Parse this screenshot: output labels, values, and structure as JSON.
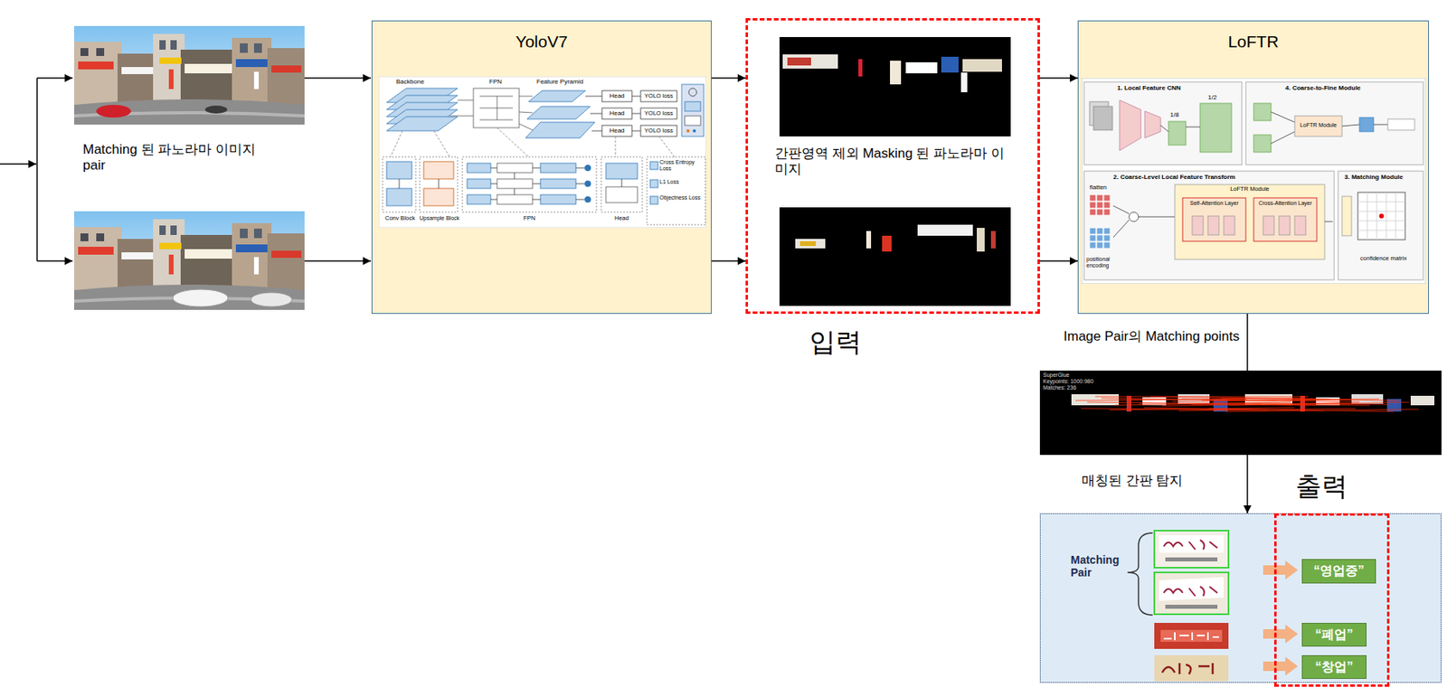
{
  "diagram": {
    "nodes": [
      {
        "text": [
          "YoloV7"
        ]
      },
      {
        "text": [
          "입력"
        ]
      },
      {
        "text": [
          "LoFTR"
        ]
      },
      {
        "text": [
          "Matching Pair"
        ]
      },
      {
        "text": [
          "출력"
        ],
        "in": 3
      },
      {
        "text": [
          "“영업중”"
        ],
        "in": 4
      },
      {
        "text": [
          "“폐업”"
        ],
        "in": 4
      },
      {
        "text": [
          "“창업”"
        ],
        "in": 4
      }
    ],
    "edges": [
      {
        "from": 0,
        "to": 1,
        "arrow": "to"
      },
      {
        "from": 0,
        "to": 1,
        "arrow": "to"
      },
      {
        "from": 1,
        "to": 2,
        "arrow": "to"
      },
      {
        "from": 1,
        "to": 2,
        "arrow": "to"
      },
      {
        "from": 2,
        "to": 3,
        "arrow": "to",
        "label": "Image Pair의 Matching points"
      }
    ],
    "labels": [
      "Matching 된 파노라마 이미지 pair",
      "간판영역 제외 Masking 된 파노라마 이미지",
      "매칭된 간판 탐지",
      "Backbone",
      "FPN",
      "Feature Pyramid",
      "Head",
      "Head",
      "Head",
      "YOLO loss",
      "YOLO loss",
      "YOLO loss",
      "Conv Block",
      "Upsample Block",
      "FPN",
      "Head",
      "Cross Entropy Loss",
      "L1 Loss",
      "Objectness Loss",
      "1. Local Feature CNN",
      "1/8",
      "1/2",
      "4. Coarse-to-Fine Module",
      "LoFTR Module",
      "2. Coarse-Level Local Feature Transform",
      "flatten",
      "positional encoding",
      "LoFTR Module",
      "Self-Attention Layer",
      "Cross-Attention Layer",
      "3. Matching Module",
      "confidence matrix",
      "SuperGlue",
      "Keypoints: 1000:980",
      "Matches: 236"
    ]
  }
}
